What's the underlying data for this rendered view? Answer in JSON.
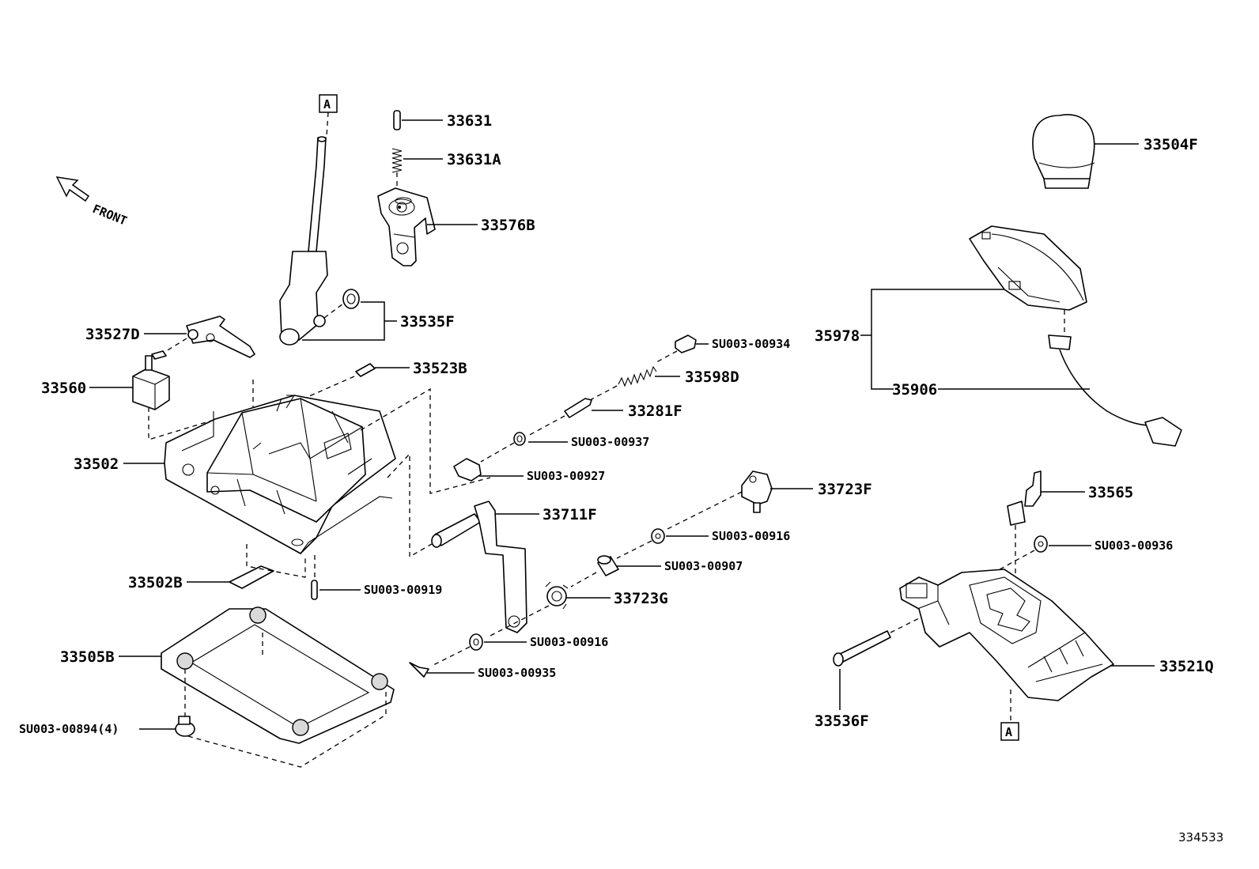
{
  "front_label": "FRONT",
  "figure_number": "334533",
  "ref_a_top": "A",
  "ref_a_bottom": "A",
  "parts": {
    "p33631": "33631",
    "p33631A": "33631A",
    "p33576B": "33576B",
    "p33535F": "33535F",
    "p33527D": "33527D",
    "p33560": "33560",
    "p33523B": "33523B",
    "p33502": "33502",
    "p33502B": "33502B",
    "p33505B": "33505B",
    "su00894": "SU003-00894(4)",
    "su00919": "SU003-00919",
    "su00934": "SU003-00934",
    "p33598D": "33598D",
    "p33281F": "33281F",
    "su00937": "SU003-00937",
    "su00927": "SU003-00927",
    "p33711F": "33711F",
    "p33723F": "33723F",
    "su00916a": "SU003-00916",
    "su00907": "SU003-00907",
    "p33723G": "33723G",
    "su00916b": "SU003-00916",
    "su00935": "SU003-00935",
    "p33504F": "33504F",
    "p35978": "35978",
    "p35906": "35906",
    "p33565": "33565",
    "su00936": "SU003-00936",
    "p33521Q": "33521Q",
    "p33536F": "33536F"
  }
}
